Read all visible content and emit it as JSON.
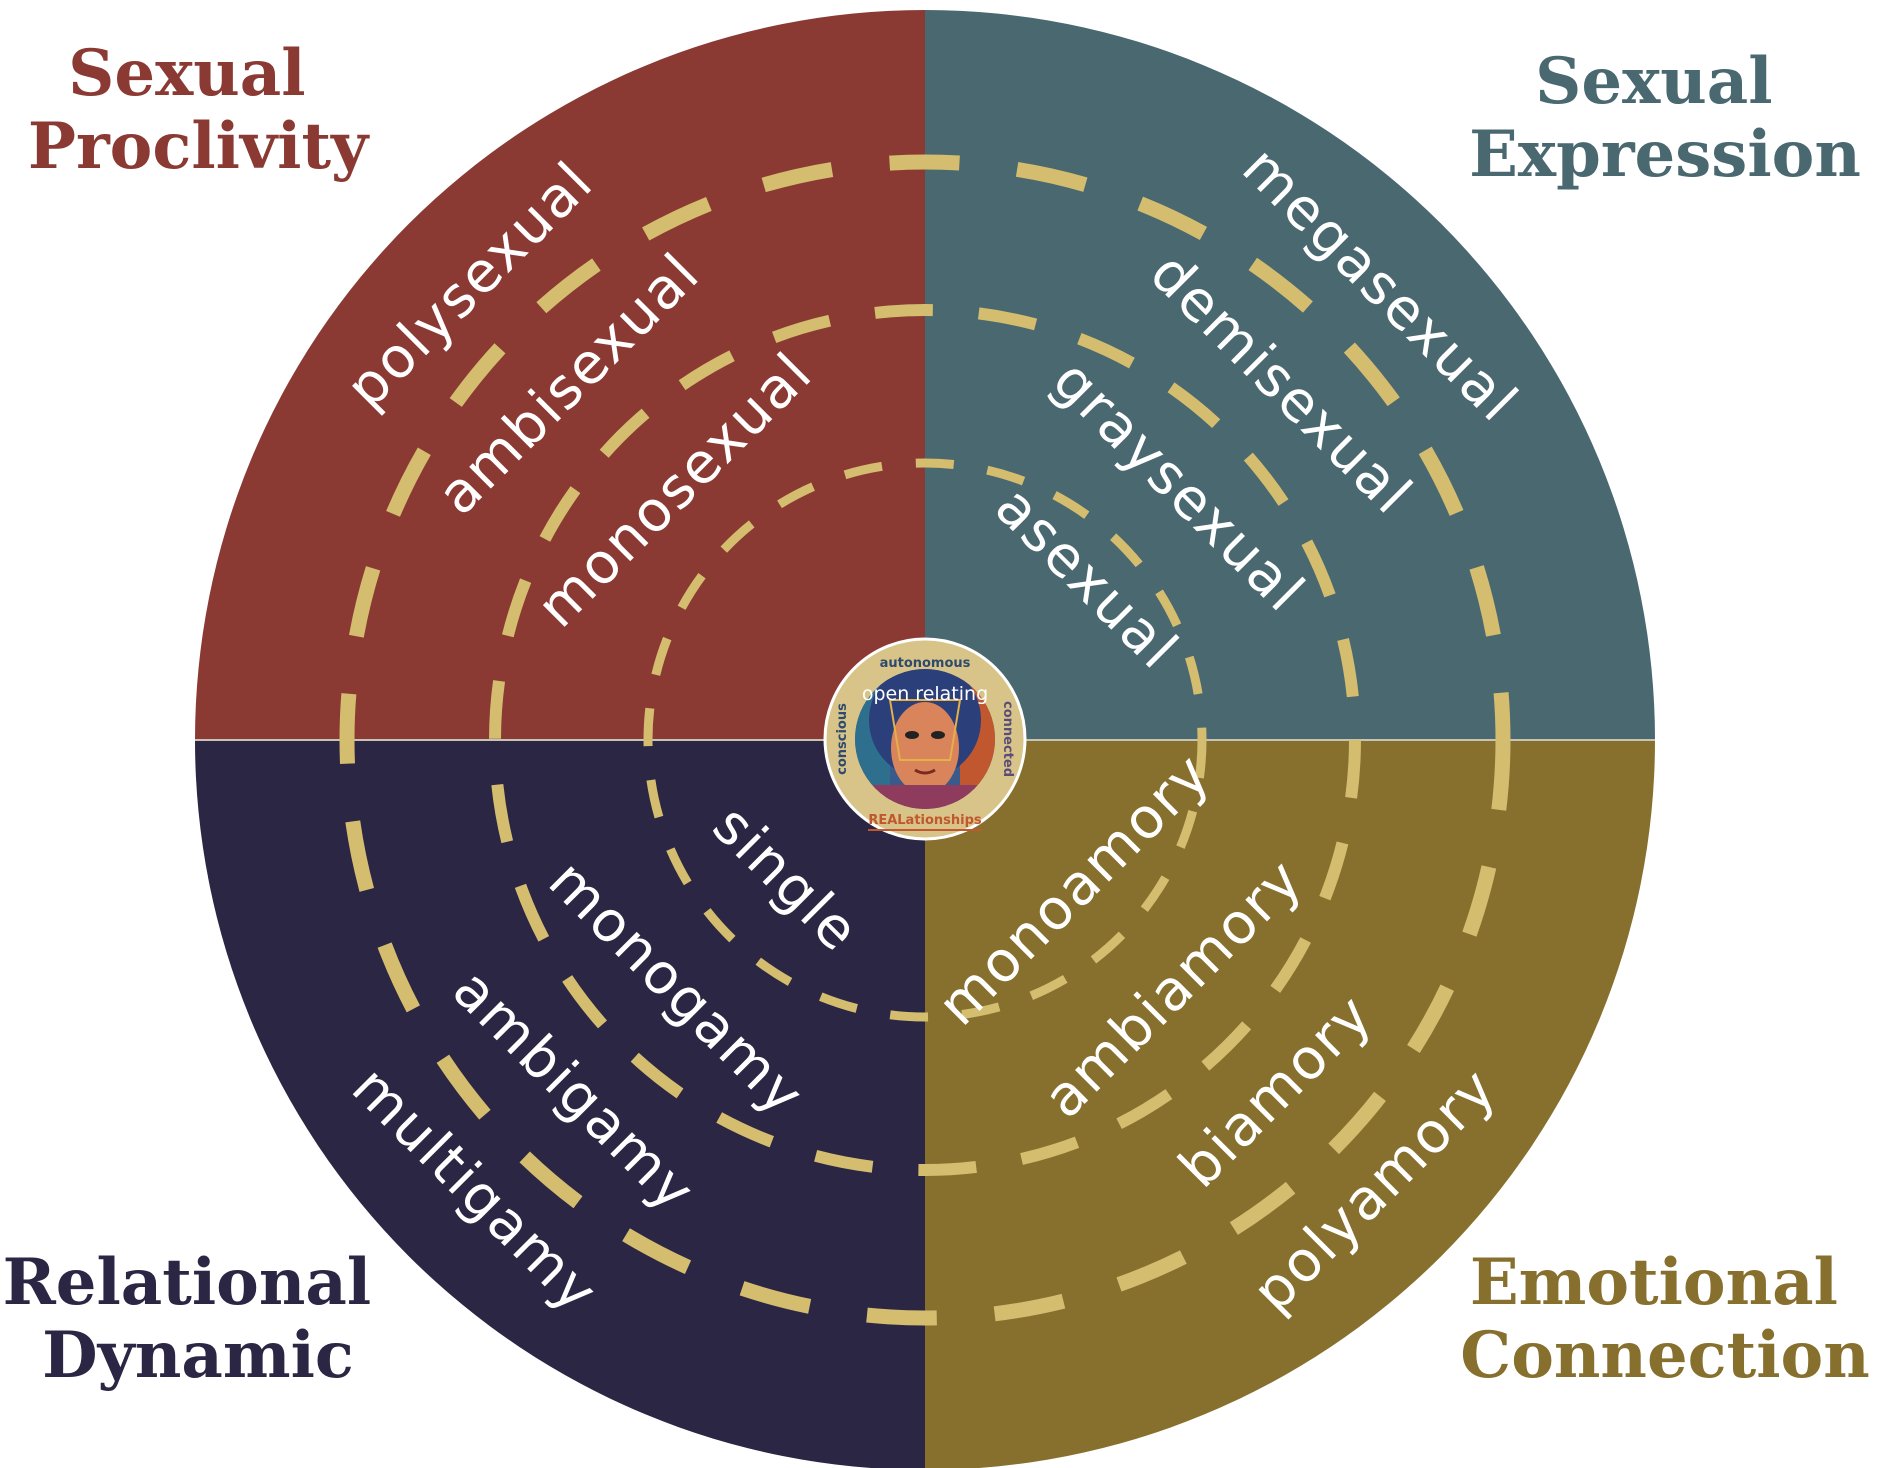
{
  "colors": {
    "sexual_proclivity": "#8B3A33",
    "sexual_expression": "#4A6870",
    "relational_dynamic": "#2A2644",
    "emotional_connection": "#87702E",
    "ring_dash": "#D4BD6E",
    "center_bg": "#D8C488"
  },
  "quadrants": {
    "sexual_proclivity": {
      "title_lines": [
        "Sexual",
        "Proclivity"
      ],
      "labels": [
        "monosexual",
        "ambisexual",
        "polysexual"
      ]
    },
    "sexual_expression": {
      "title_lines": [
        "Sexual",
        "Expression"
      ],
      "labels": [
        "asexual",
        "graysexual",
        "demisexual",
        "megasexual"
      ]
    },
    "relational_dynamic": {
      "title_lines": [
        "Relational",
        "Dynamic"
      ],
      "labels": [
        "single",
        "monogamy",
        "ambigamy",
        "multigamy"
      ]
    },
    "emotional_connection": {
      "title_lines": [
        "Emotional",
        "Connection"
      ],
      "labels": [
        "monoamory",
        "ambiamory",
        "biamory",
        "polyamory"
      ]
    }
  },
  "center_badge": {
    "top": "autonomous",
    "main": "open relating",
    "left": "conscious",
    "right": "connected",
    "bottom": "REALationships",
    "image_icon": "face-portrait-icon"
  }
}
